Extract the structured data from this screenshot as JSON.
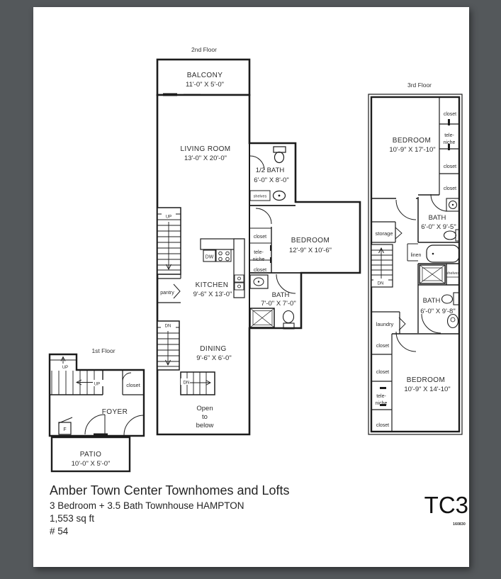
{
  "canvas": {
    "background": "#54585b",
    "paper": "#ffffff",
    "ink": "#1c1c1c"
  },
  "floors": {
    "first": {
      "label": "1st Floor",
      "rooms": {
        "foyer": {
          "name": "FOYER"
        },
        "patio": {
          "name": "PATIO",
          "dims": "10'-0\" X 5'-0\""
        }
      },
      "annotations": {
        "up": "UP",
        "closet": "closet",
        "furnace": "F"
      }
    },
    "second": {
      "label": "2nd Floor",
      "rooms": {
        "balcony": {
          "name": "BALCONY",
          "dims": "11'-0\" X 5'-0\""
        },
        "living_room": {
          "name": "LIVING ROOM",
          "dims": "13'-0\" X 20'-0\""
        },
        "half_bath": {
          "name": "1/2 BATH",
          "dims": "6'-0\" X 8'-0\""
        },
        "bedroom": {
          "name": "BEDROOM",
          "dims": "12'-9\" X 10'-6\""
        },
        "kitchen": {
          "name": "KITCHEN",
          "dims": "9'-6\" X 13'-0\""
        },
        "bath": {
          "name": "BATH",
          "dims": "7'-0\" X 7'-0\""
        },
        "dining": {
          "name": "DINING",
          "dims": "9'-6\" X 6'-0\""
        }
      },
      "annotations": {
        "up": "UP",
        "dn": "DN",
        "pantry": "pantry",
        "dw": "DW",
        "shelves": "shelves",
        "closet": "closet",
        "tele": "tele-",
        "niche": "niche",
        "open_1": "Open",
        "open_2": "to",
        "open_3": "below"
      }
    },
    "third": {
      "label": "3rd Floor",
      "rooms": {
        "bedroom_front": {
          "name": "BEDROOM",
          "dims": "10'-9\" X 17'-10\""
        },
        "bath_front": {
          "name": "BATH",
          "dims": "6'-0\" X 9'-5\""
        },
        "bath_rear": {
          "name": "BATH",
          "dims": "6'-0\" X 9'-8\""
        },
        "bedroom_rear": {
          "name": "BEDROOM",
          "dims": "10'-9\" X 14'-10\""
        }
      },
      "annotations": {
        "closet": "closet",
        "tele": "tele-",
        "niche": "niche",
        "storage": "storage",
        "linen": "linen",
        "shelves": "shelves",
        "laundry": "laundry",
        "dn": "DN"
      }
    }
  },
  "title_block": {
    "title": "Amber Town Center Townhomes and Lofts",
    "subtitle": "3 Bedroom + 3.5 Bath Townhouse HAMPTON",
    "area": "1,553 sq ft",
    "unit": "# 54",
    "plan_code": "TC3",
    "doc_code": "160830"
  }
}
